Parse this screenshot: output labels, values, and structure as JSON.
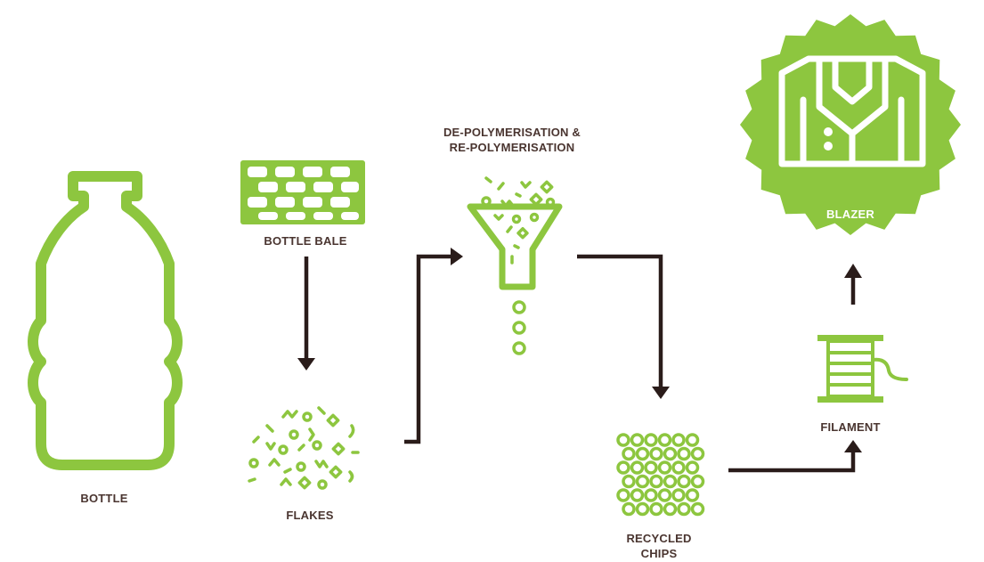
{
  "colors": {
    "accent": "#8dc63f",
    "arrow": "#2a1c1a",
    "label": "#4a3530",
    "badge_text": "#ffffff"
  },
  "steps": {
    "bottle": {
      "label": "BOTTLE",
      "icon": "plastic-bottle-icon"
    },
    "bale": {
      "label": "BOTTLE BALE",
      "icon": "bottle-bale-icon"
    },
    "flakes": {
      "label": "FLAKES",
      "icon": "flakes-icon"
    },
    "polymer": {
      "label_line1": "DE-POLYMERISATION &",
      "label_line2": "RE-POLYMERISATION",
      "icon": "funnel-icon"
    },
    "chips": {
      "label_line1": "RECYCLED",
      "label_line2": "CHIPS",
      "icon": "recycled-chips-icon"
    },
    "filament": {
      "label": "FILAMENT",
      "icon": "spool-icon"
    },
    "blazer": {
      "label": "BLAZER",
      "icon": "blazer-icon"
    }
  }
}
